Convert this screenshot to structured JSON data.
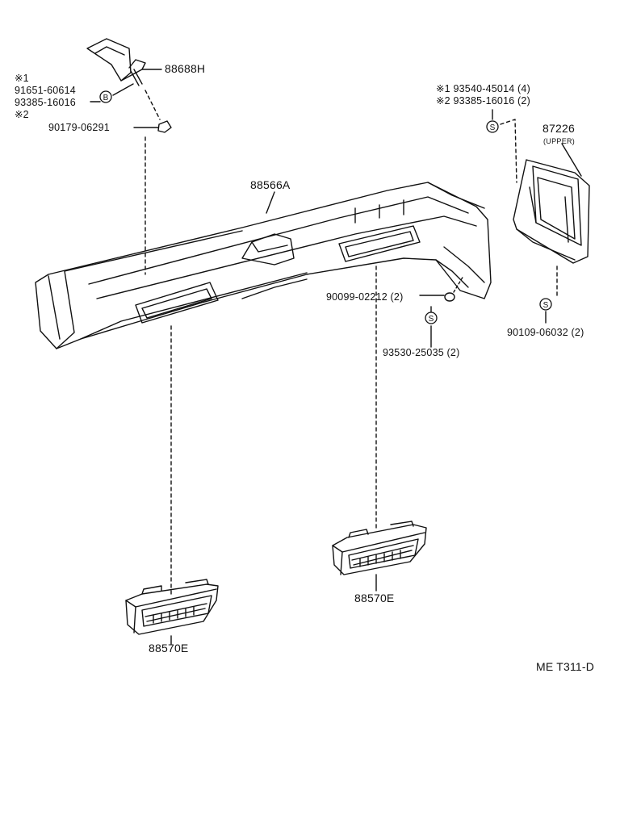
{
  "labels": {
    "bracket": "88688H",
    "note1_mark": "※1",
    "bolt_a": "91651-60614",
    "bolt_b": "93385-16016",
    "note2_mark": "※2",
    "nut": "90179-06291",
    "duct": "88566A",
    "right_screw_1": "※1 93540-45014 (4)",
    "right_screw_2": "※2 93385-16016 (2)",
    "duct_upper_no": "87226",
    "duct_upper_note": "(UPPER)",
    "clip": "90099-02212 (2)",
    "screw_mid": "93530-25035 (2)",
    "screw_right": "90109-06032 (2)",
    "register_left": "88570E",
    "register_right": "88570E",
    "ref_code": "ME  T311-D"
  },
  "symbols": {
    "b_mark": "B",
    "s_mark": "S"
  }
}
